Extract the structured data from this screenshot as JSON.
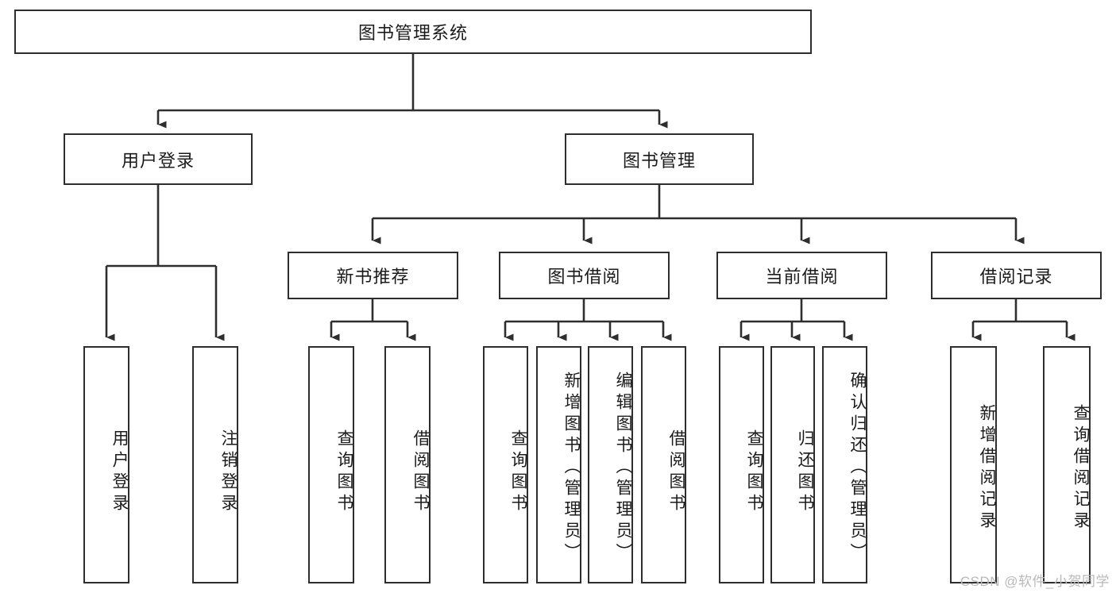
{
  "diagram": {
    "type": "tree-hierarchy",
    "title": "图书管理系统",
    "watermark": "CSDN @软件_小贺同学",
    "colors": {
      "box_border": "#2e2e2e",
      "box_fill": "#ffffff",
      "line": "#2e2e2e",
      "text": "#1b1b1b",
      "watermark": "#b9b9b9"
    },
    "nodes": {
      "root": {
        "label": "图书管理系统"
      },
      "level2": [
        {
          "id": "user-login",
          "label": "用户登录"
        },
        {
          "id": "book-manage",
          "label": "图书管理"
        }
      ],
      "level3": [
        {
          "id": "new-book-recommend",
          "label": "新书推荐"
        },
        {
          "id": "book-borrow",
          "label": "图书借阅"
        },
        {
          "id": "current-borrow",
          "label": "当前借阅"
        },
        {
          "id": "borrow-record",
          "label": "借阅记录"
        }
      ],
      "leaves": {
        "user-login": [
          {
            "id": "leaf-user-login",
            "label": "用户登录"
          },
          {
            "id": "leaf-user-logout",
            "label": "注销登录"
          }
        ],
        "new-book-recommend": [
          {
            "id": "leaf-query-book-1",
            "label": "查询图书"
          },
          {
            "id": "leaf-borrow-book-1",
            "label": "借阅图书"
          }
        ],
        "book-borrow": [
          {
            "id": "leaf-query-book-2",
            "label": "查询图书"
          },
          {
            "id": "leaf-add-book",
            "label": "新增图书（管理员）"
          },
          {
            "id": "leaf-edit-book",
            "label": "编辑图书（管理员）"
          },
          {
            "id": "leaf-borrow-book-2",
            "label": "借阅图书"
          }
        ],
        "current-borrow": [
          {
            "id": "leaf-query-book-3",
            "label": "查询图书"
          },
          {
            "id": "leaf-return-book",
            "label": "归还图书"
          },
          {
            "id": "leaf-confirm-return",
            "label": "确认归还（管理员）"
          }
        ],
        "borrow-record": [
          {
            "id": "leaf-add-record",
            "label": "新增借阅记录"
          },
          {
            "id": "leaf-query-record",
            "label": "查询借阅记录"
          }
        ]
      }
    }
  }
}
